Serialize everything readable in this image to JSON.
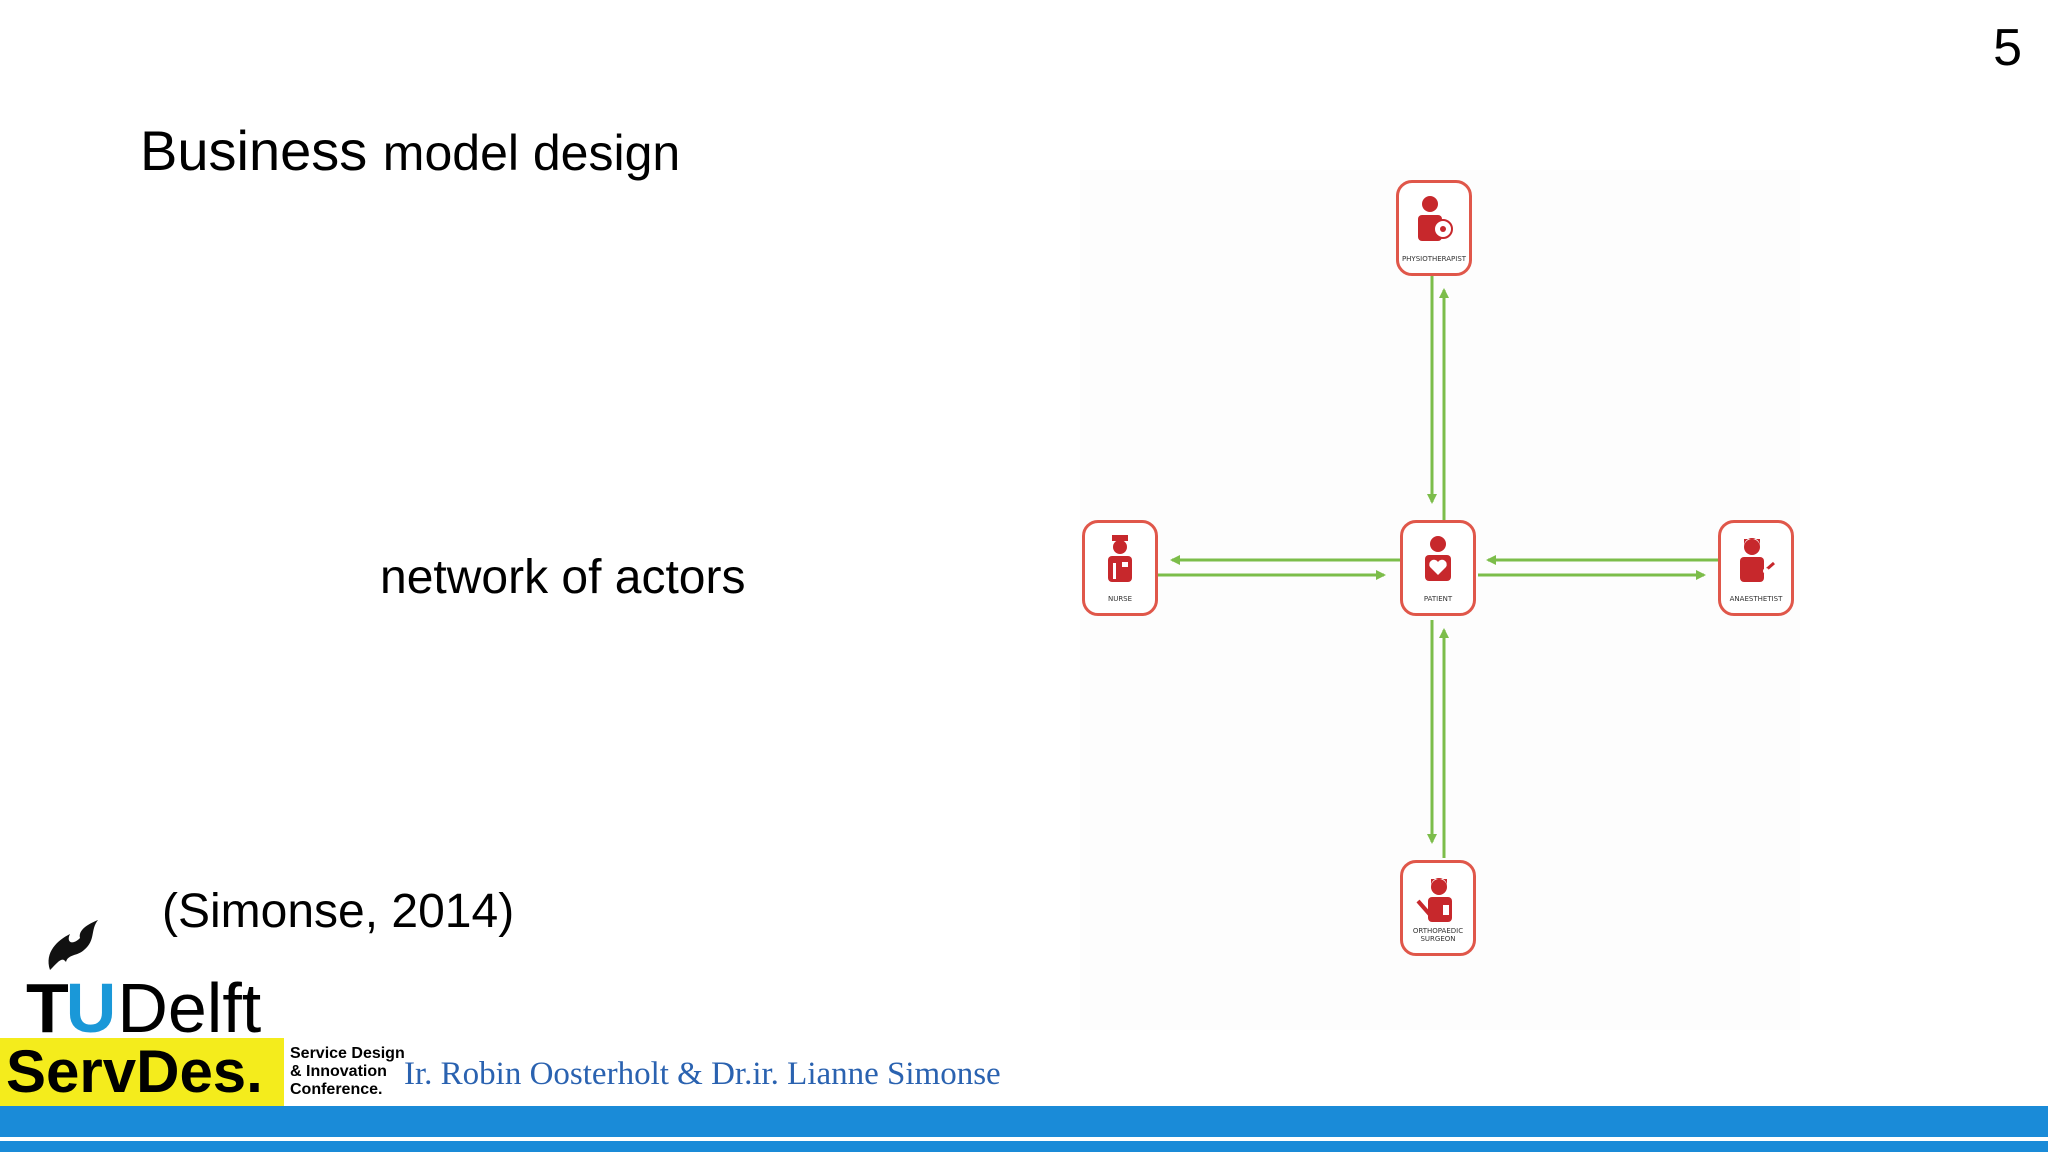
{
  "slide": {
    "number": "5",
    "title_part1": "Business",
    "title_part2": "model design",
    "subtitle": "network of actors",
    "citation": "(Simonse, 2014)"
  },
  "diagram": {
    "actors": {
      "top": {
        "label": "PHYSIOTHERAPIST",
        "icon": "physiotherapist-icon"
      },
      "center": {
        "label": "PATIENT",
        "icon": "patient-icon"
      },
      "left": {
        "label": "NURSE",
        "icon": "nurse-icon"
      },
      "right": {
        "label": "ANAESTHETIST",
        "icon": "anaesthetist-icon"
      },
      "bottom": {
        "label": "ORTHOPAEDIC SURGEON",
        "icon": "orthopaedic-surgeon-icon"
      }
    },
    "colors": {
      "actor": "#c7282c",
      "border": "#e0574a",
      "arrow": "#7cbd4a"
    }
  },
  "footer": {
    "logo_tu": "TU",
    "logo_delft": "Delft",
    "servdes": "ServDes.",
    "conf_line1": "Service Design",
    "conf_line2": "& Innovation",
    "conf_line3": "Conference.",
    "authors": "Ir. Robin Oosterholt & Dr.ir. Lianne Simonse",
    "bar_color": "#1a8bd8",
    "servdes_color": "#f4ec1c"
  }
}
